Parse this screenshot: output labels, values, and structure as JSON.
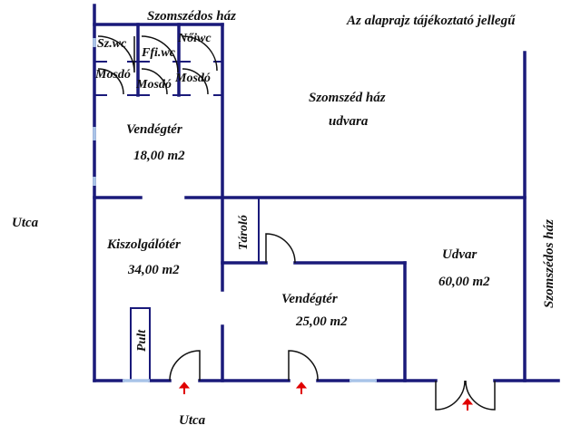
{
  "title_note": "Az alaprajz tájékoztató jellegű",
  "colors": {
    "wall": "#1a1a7a",
    "window": "#a9c4e8",
    "arrow": "#e00000"
  },
  "labels": {
    "neighbor_top": "Szomszédos ház",
    "sz_wc": "Sz.wc",
    "ffi_wc": "Ffi.wc",
    "noi_wc": "Nőiwc",
    "mosdo1": "Mosdó",
    "mosdo2": "Mosdó",
    "mosdo3": "Mosdó",
    "vendegter1": "Vendégtér",
    "vendegter1_area": "18,00 m2",
    "neighbor_yard1": "Szomszéd ház",
    "neighbor_yard2": "udvara",
    "street_left": "Utca",
    "kiszolgaloter": "Kiszolgálótér",
    "kiszolgaloter_area": "34,00 m2",
    "tarolo": "Tároló",
    "pult": "Pult",
    "vendegter2": "Vendégtér",
    "vendegter2_area": "25,00 m2",
    "udvar": "Udvar",
    "udvar_area": "60,00 m2",
    "neighbor_right": "Szomszédos ház",
    "street_bottom": "Utca"
  }
}
